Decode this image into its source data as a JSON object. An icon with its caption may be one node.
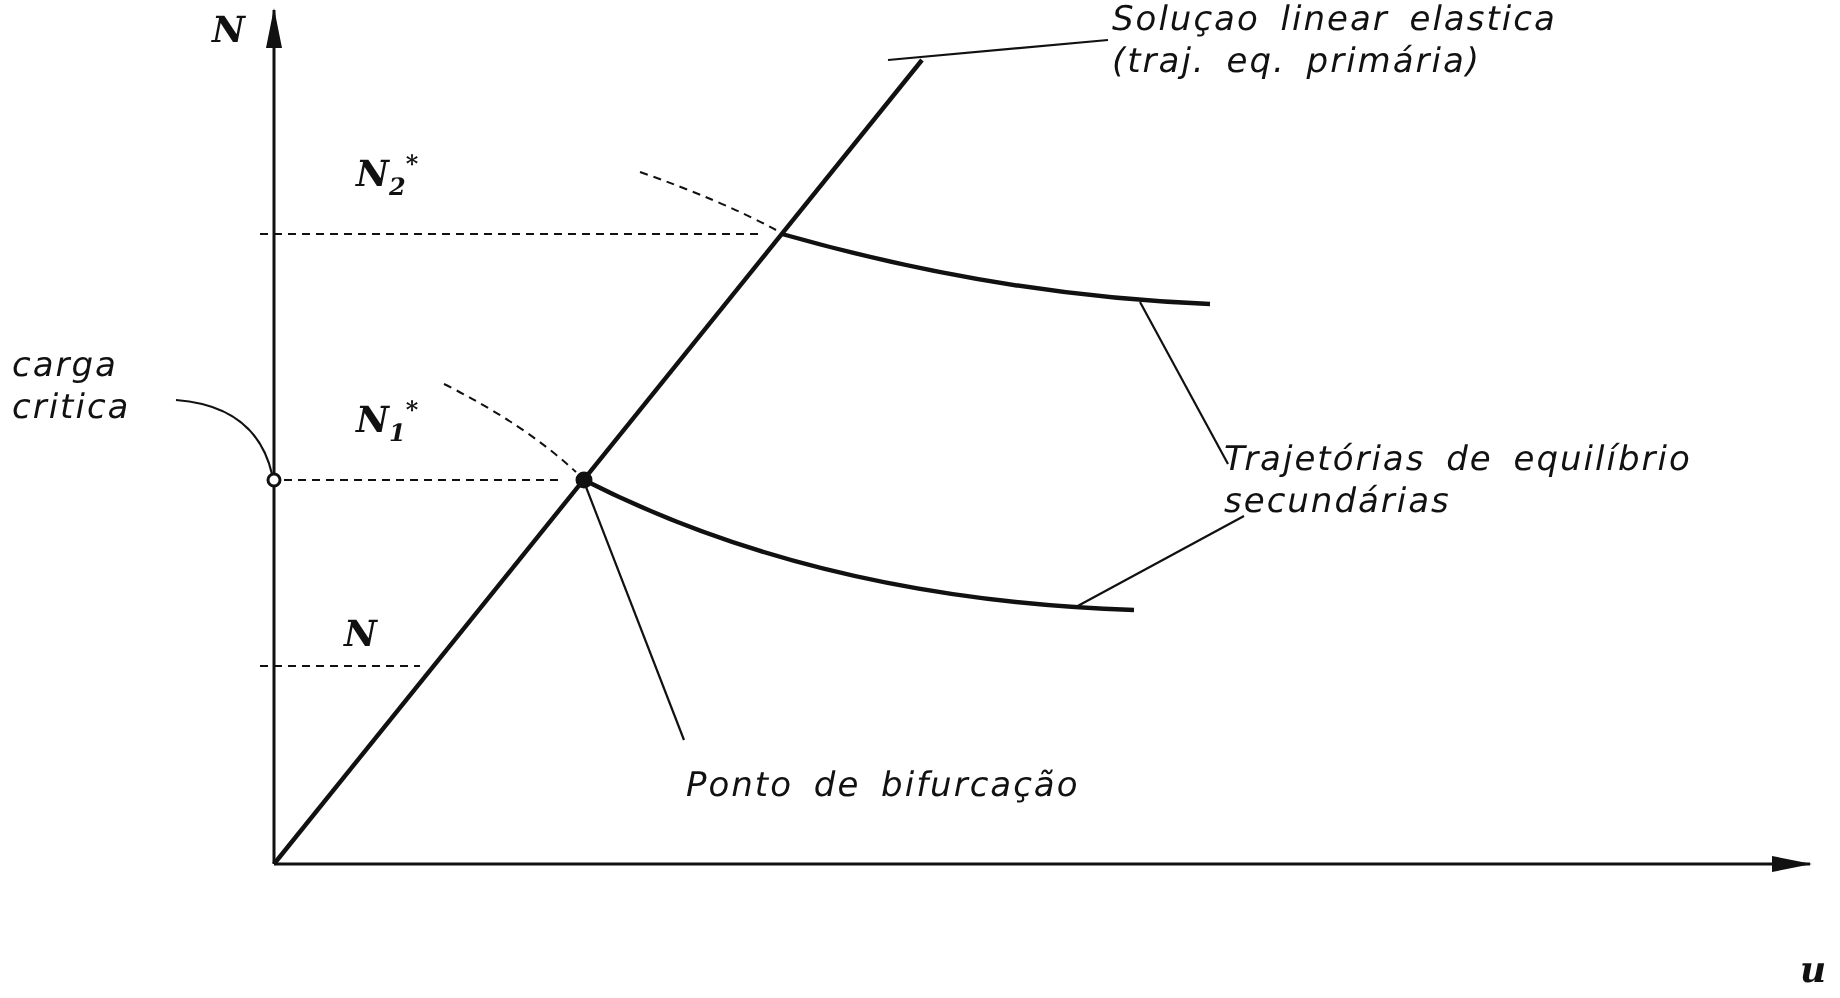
{
  "diagram": {
    "nodes": [
      {
        "text": [
          "carga critica"
        ]
      },
      {
        "text": [],
        "shape": "circle"
      },
      {
        "text": [
          "Soluçao linear elastica (traj. eq. primária)"
        ]
      },
      {
        "text": [],
        "shape": "line"
      },
      {
        "text": [
          "Trajetórias de equilíbrio secundárias"
        ]
      },
      {
        "text": [],
        "shape": "line"
      },
      {
        "text": [],
        "shape": "line"
      },
      {
        "text": [
          "Ponto de bifurcação"
        ]
      },
      {
        "text": [],
        "shape": "circle"
      }
    ],
    "edges": [
      {
        "from": 0,
        "to": 1,
        "arrow": "none"
      },
      {
        "from": 2,
        "to": 3,
        "arrow": "none"
      },
      {
        "from": 4,
        "to": 5,
        "arrow": "none"
      },
      {
        "from": 4,
        "to": 6,
        "arrow": "none"
      },
      {
        "from": 7,
        "to": 8,
        "arrow": "none"
      }
    ],
    "labels": [
      "N",
      "N$_{2}$$^{*}$",
      "N$_{1}$$^{*}$",
      "N",
      "u"
    ]
  }
}
